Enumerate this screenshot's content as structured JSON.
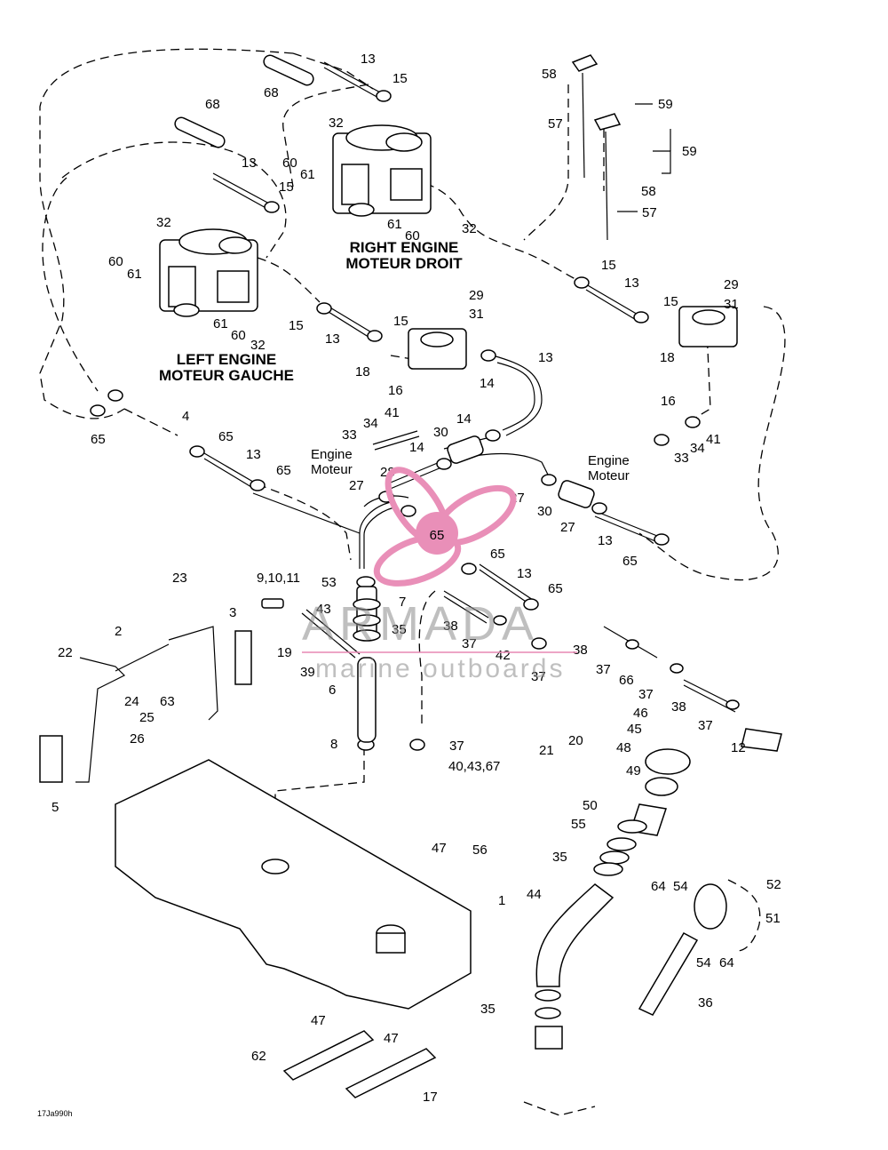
{
  "headings": {
    "right_en": "RIGHT ENGINE",
    "right_fr": "MOTEUR DROIT",
    "left_en": "LEFT ENGINE",
    "left_fr": "MOTEUR GAUCHE",
    "engine_left_en": "Engine",
    "engine_left_fr": "Moteur",
    "engine_right_en": "Engine",
    "engine_right_fr": "Moteur"
  },
  "watermark": {
    "brand": "ARMADA",
    "tagline": "marine outboards",
    "badge_number": "65",
    "brand_color": "#e98fb8"
  },
  "diagram_code": "17Ja990h",
  "callouts": [
    {
      "id": "c1",
      "text": "13"
    },
    {
      "id": "c2",
      "text": "15"
    },
    {
      "id": "c3",
      "text": "68"
    },
    {
      "id": "c4",
      "text": "68"
    },
    {
      "id": "c5",
      "text": "32"
    },
    {
      "id": "c6",
      "text": "60"
    },
    {
      "id": "c7",
      "text": "61"
    },
    {
      "id": "c8",
      "text": "13"
    },
    {
      "id": "c9",
      "text": "15"
    },
    {
      "id": "c10",
      "text": "32"
    },
    {
      "id": "c11",
      "text": "60"
    },
    {
      "id": "c12",
      "text": "61"
    },
    {
      "id": "c13",
      "text": "61"
    },
    {
      "id": "c14",
      "text": "60"
    },
    {
      "id": "c15",
      "text": "32"
    },
    {
      "id": "c16",
      "text": "61"
    },
    {
      "id": "c17",
      "text": "60"
    },
    {
      "id": "c18",
      "text": "32"
    },
    {
      "id": "c19",
      "text": "58"
    },
    {
      "id": "c20",
      "text": "59"
    },
    {
      "id": "c21",
      "text": "57"
    },
    {
      "id": "c22",
      "text": "59"
    },
    {
      "id": "c23",
      "text": "58"
    },
    {
      "id": "c24",
      "text": "57"
    },
    {
      "id": "c25",
      "text": "15"
    },
    {
      "id": "c26",
      "text": "13"
    },
    {
      "id": "c27",
      "text": "15"
    },
    {
      "id": "c28",
      "text": "29"
    },
    {
      "id": "c29",
      "text": "31"
    },
    {
      "id": "c30",
      "text": "18"
    },
    {
      "id": "c31",
      "text": "16"
    },
    {
      "id": "c32",
      "text": "41"
    },
    {
      "id": "c33",
      "text": "34"
    },
    {
      "id": "c34",
      "text": "33"
    },
    {
      "id": "c35",
      "text": "29"
    },
    {
      "id": "c36",
      "text": "31"
    },
    {
      "id": "c37",
      "text": "15"
    },
    {
      "id": "c38",
      "text": "15"
    },
    {
      "id": "c39",
      "text": "13"
    },
    {
      "id": "c40",
      "text": "18"
    },
    {
      "id": "c41",
      "text": "13"
    },
    {
      "id": "c42",
      "text": "14"
    },
    {
      "id": "c43",
      "text": "16"
    },
    {
      "id": "c44",
      "text": "4"
    },
    {
      "id": "c45",
      "text": "65"
    },
    {
      "id": "c46",
      "text": "65"
    },
    {
      "id": "c47",
      "text": "13"
    },
    {
      "id": "c48",
      "text": "65"
    },
    {
      "id": "c49",
      "text": "41"
    },
    {
      "id": "c50",
      "text": "34"
    },
    {
      "id": "c51",
      "text": "33"
    },
    {
      "id": "c52",
      "text": "14"
    },
    {
      "id": "c53",
      "text": "30"
    },
    {
      "id": "c54",
      "text": "14"
    },
    {
      "id": "c55",
      "text": "28"
    },
    {
      "id": "c56",
      "text": "27"
    },
    {
      "id": "c57",
      "text": "27"
    },
    {
      "id": "c58",
      "text": "30"
    },
    {
      "id": "c59",
      "text": "27"
    },
    {
      "id": "c60",
      "text": "13"
    },
    {
      "id": "c61",
      "text": "65"
    },
    {
      "id": "c62",
      "text": "65"
    },
    {
      "id": "c63",
      "text": "13"
    },
    {
      "id": "c64",
      "text": "65"
    },
    {
      "id": "c65",
      "text": "53"
    },
    {
      "id": "c66",
      "text": "7"
    },
    {
      "id": "c67",
      "text": "23"
    },
    {
      "id": "c68",
      "text": "9,10,11"
    },
    {
      "id": "c69",
      "text": "43"
    },
    {
      "id": "c70",
      "text": "3"
    },
    {
      "id": "c71",
      "text": "2"
    },
    {
      "id": "c72",
      "text": "22"
    },
    {
      "id": "c73",
      "text": "19"
    },
    {
      "id": "c74",
      "text": "39"
    },
    {
      "id": "c75",
      "text": "6"
    },
    {
      "id": "c76",
      "text": "35"
    },
    {
      "id": "c77",
      "text": "38"
    },
    {
      "id": "c78",
      "text": "37"
    },
    {
      "id": "c79",
      "text": "42"
    },
    {
      "id": "c80",
      "text": "37"
    },
    {
      "id": "c81",
      "text": "38"
    },
    {
      "id": "c82",
      "text": "37"
    },
    {
      "id": "c83",
      "text": "66"
    },
    {
      "id": "c84",
      "text": "37"
    },
    {
      "id": "c85",
      "text": "38"
    },
    {
      "id": "c86",
      "text": "37"
    },
    {
      "id": "c87",
      "text": "12"
    },
    {
      "id": "c88",
      "text": "24"
    },
    {
      "id": "c89",
      "text": "63"
    },
    {
      "id": "c90",
      "text": "25"
    },
    {
      "id": "c91",
      "text": "26"
    },
    {
      "id": "c92",
      "text": "5"
    },
    {
      "id": "c93",
      "text": "8"
    },
    {
      "id": "c94",
      "text": "37"
    },
    {
      "id": "c95",
      "text": "21"
    },
    {
      "id": "c96",
      "text": "20"
    },
    {
      "id": "c97",
      "text": "40,43,67"
    },
    {
      "id": "c98",
      "text": "46"
    },
    {
      "id": "c99",
      "text": "45"
    },
    {
      "id": "c100",
      "text": "48"
    },
    {
      "id": "c101",
      "text": "49"
    },
    {
      "id": "c102",
      "text": "50"
    },
    {
      "id": "c103",
      "text": "55"
    },
    {
      "id": "c104",
      "text": "35"
    },
    {
      "id": "c105",
      "text": "44"
    },
    {
      "id": "c106",
      "text": "47"
    },
    {
      "id": "c107",
      "text": "56"
    },
    {
      "id": "c108",
      "text": "1"
    },
    {
      "id": "c109",
      "text": "64"
    },
    {
      "id": "c110",
      "text": "54"
    },
    {
      "id": "c111",
      "text": "52"
    },
    {
      "id": "c112",
      "text": "51"
    },
    {
      "id": "c113",
      "text": "54"
    },
    {
      "id": "c114",
      "text": "64"
    },
    {
      "id": "c115",
      "text": "36"
    },
    {
      "id": "c116",
      "text": "35"
    },
    {
      "id": "c117",
      "text": "47"
    },
    {
      "id": "c118",
      "text": "47"
    },
    {
      "id": "c119",
      "text": "62"
    },
    {
      "id": "c120",
      "text": "17"
    }
  ]
}
